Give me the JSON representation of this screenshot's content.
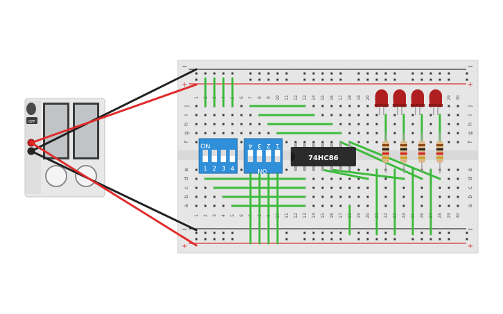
{
  "power_supply": {
    "off_label": "OFF",
    "logo_text": "",
    "colors": {
      "positive_wire": "#e02b2b",
      "negative_wire": "#222222"
    }
  },
  "breadboard": {
    "columns": 30,
    "column_numbers": [
      "1",
      "2",
      "3",
      "4",
      "5",
      "6",
      "7",
      "8",
      "9",
      "10",
      "11",
      "12",
      "13",
      "14",
      "15",
      "16",
      "17",
      "18",
      "19",
      "20",
      "21",
      "22",
      "23",
      "24",
      "25",
      "26",
      "27",
      "28",
      "29",
      "30"
    ],
    "row_letters_top": [
      "j",
      "i",
      "h",
      "g",
      "f"
    ],
    "row_letters_bottom": [
      "e",
      "d",
      "c",
      "b",
      "a"
    ],
    "rail_minus": "−",
    "rail_plus": "+",
    "colors": {
      "board": "#e6e6e6",
      "hole": "#3a3a3a",
      "rail_red": "#d93030",
      "rail_black": "#333333",
      "jumper": "#3dbb3d"
    }
  },
  "dip_switch_1": {
    "on_label": "ON",
    "pin_numbers": [
      "1",
      "2",
      "3",
      "4"
    ],
    "color": "#2f8fd8"
  },
  "dip_switch_2": {
    "on_label": "ON",
    "pin_numbers": [
      "1",
      "2",
      "3",
      "4"
    ],
    "color": "#2f8fd8"
  },
  "ic": {
    "label": "74HC86",
    "color": "#2b2b2b"
  },
  "leds": {
    "count": 4,
    "color": "#b01f1f"
  },
  "resistors": {
    "count": 4,
    "body_color": "#d9b98a",
    "bands": [
      "#8b4513",
      "#222222",
      "#d22020",
      "#c9a227"
    ]
  }
}
